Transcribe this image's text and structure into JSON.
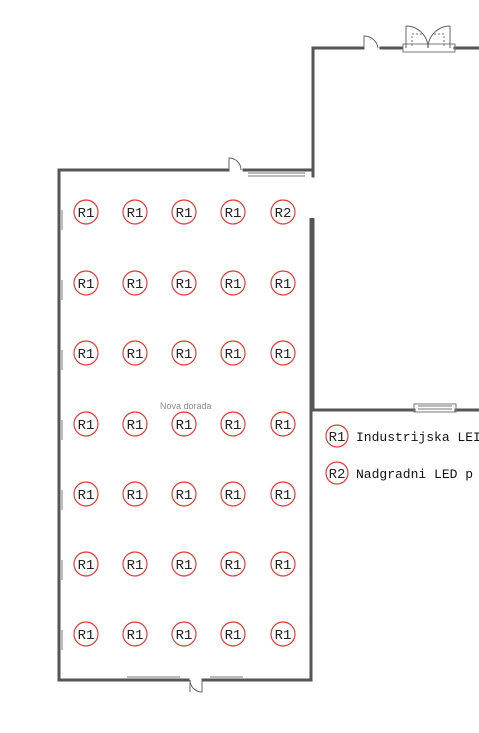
{
  "plan": {
    "room_label": "Nova dorada"
  },
  "fixture_grid": [
    [
      "R1",
      "R1",
      "R1",
      "R1",
      "R2"
    ],
    [
      "R1",
      "R1",
      "R1",
      "R1",
      "R1"
    ],
    [
      "R1",
      "R1",
      "R1",
      "R1",
      "R1"
    ],
    [
      "R1",
      "R1",
      "R1",
      "R1",
      "R1"
    ],
    [
      "R1",
      "R1",
      "R1",
      "R1",
      "R1"
    ],
    [
      "R1",
      "R1",
      "R1",
      "R1",
      "R1"
    ],
    [
      "R1",
      "R1",
      "R1",
      "R1",
      "R1"
    ]
  ],
  "legend": [
    {
      "code": "R1",
      "text": "Industrijska LEI"
    },
    {
      "code": "R2",
      "text": "Nadgradni LED p"
    }
  ],
  "colors": {
    "fixture_outline": "#e53935",
    "wall": "#555555"
  }
}
